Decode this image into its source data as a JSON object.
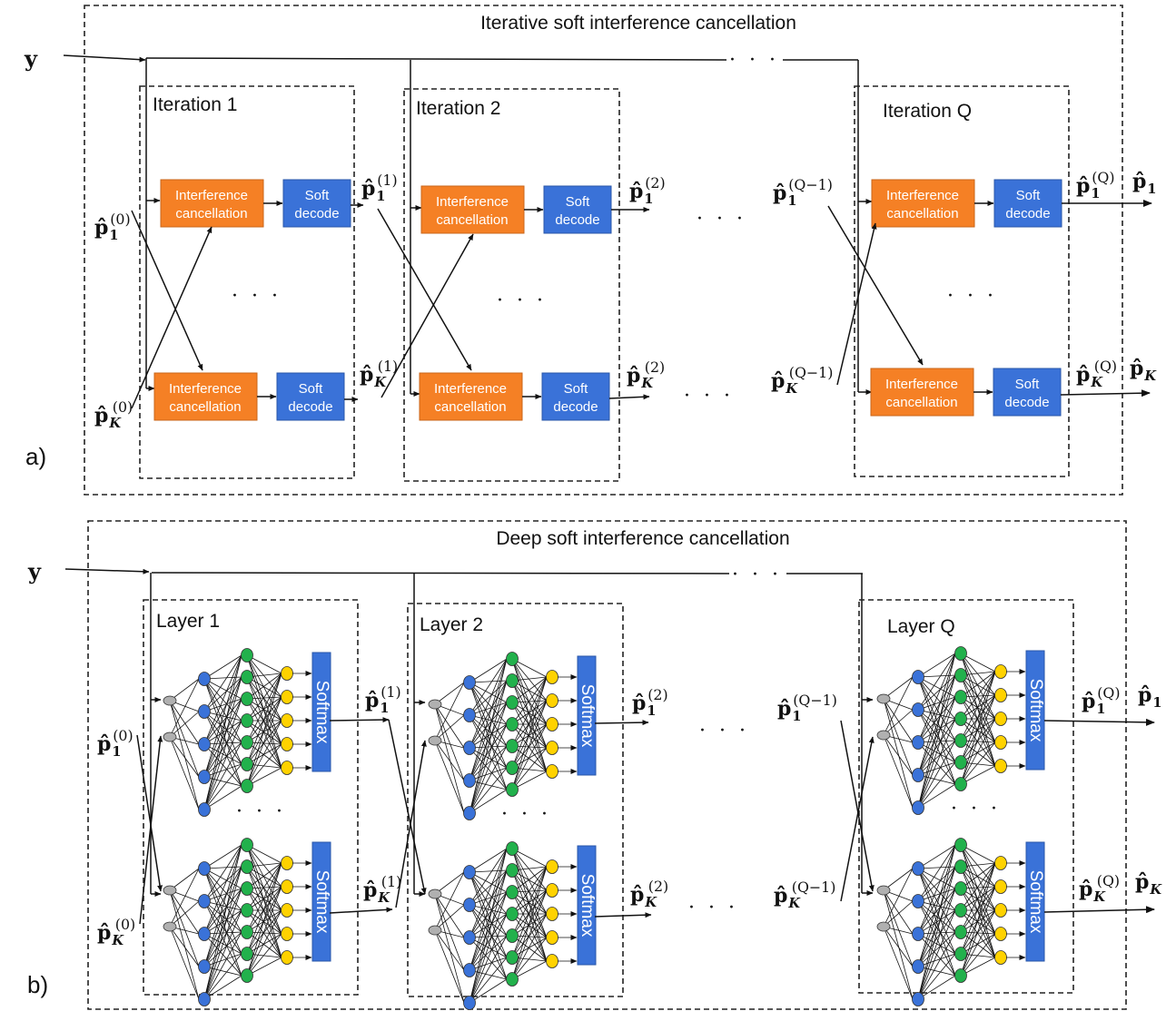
{
  "panel_a": {
    "letter": "a)",
    "title": "Iterative soft interference cancellation",
    "input_label": "y",
    "iterations": [
      {
        "label": "Iteration 1",
        "in_top_sup": "(0)",
        "in_bot_sup": "(0)",
        "out_top_sup": "(1)",
        "out_bot_sup": "(1)"
      },
      {
        "label": "Iteration 2",
        "out_top_sup": "(2)",
        "out_bot_sup": "(2)"
      },
      {
        "label": "Iteration Q",
        "in_top_sup": "(Q−1)",
        "in_bot_sup": "(Q−1)",
        "out_top_sup": "(Q)",
        "out_bot_sup": "(Q)"
      }
    ],
    "block_ic_line1": "Interference",
    "block_ic_line2": "cancellation",
    "block_sd_line1": "Soft",
    "block_sd_line2": "decode",
    "final_top": "1",
    "final_bot": "K",
    "ellipsis": "· · ·"
  },
  "panel_b": {
    "letter": "b)",
    "title": "Deep soft interference cancellation",
    "input_label": "y",
    "layers": [
      {
        "label": "Layer 1",
        "in_top_sup": "(0)",
        "in_bot_sup": "(0)",
        "out_top_sup": "(1)",
        "out_bot_sup": "(1)"
      },
      {
        "label": "Layer 2",
        "out_top_sup": "(2)",
        "out_bot_sup": "(2)"
      },
      {
        "label": "Layer Q",
        "in_top_sup": "(Q−1)",
        "in_bot_sup": "(Q−1)",
        "out_top_sup": "(Q)",
        "out_bot_sup": "(Q)"
      }
    ],
    "softmax_label": "Softmax",
    "final_top": "1",
    "final_bot": "K",
    "ellipsis": "· · ·"
  },
  "symbol": "p̂",
  "sub_top": "1",
  "sub_bot": "K",
  "colors": {
    "orange": "#F58025",
    "blue": "#3A72D8",
    "node_gray": "#B0B0B0",
    "node_blue": "#3A72D8",
    "node_green": "#22B14C",
    "node_yellow": "#FFD200"
  }
}
